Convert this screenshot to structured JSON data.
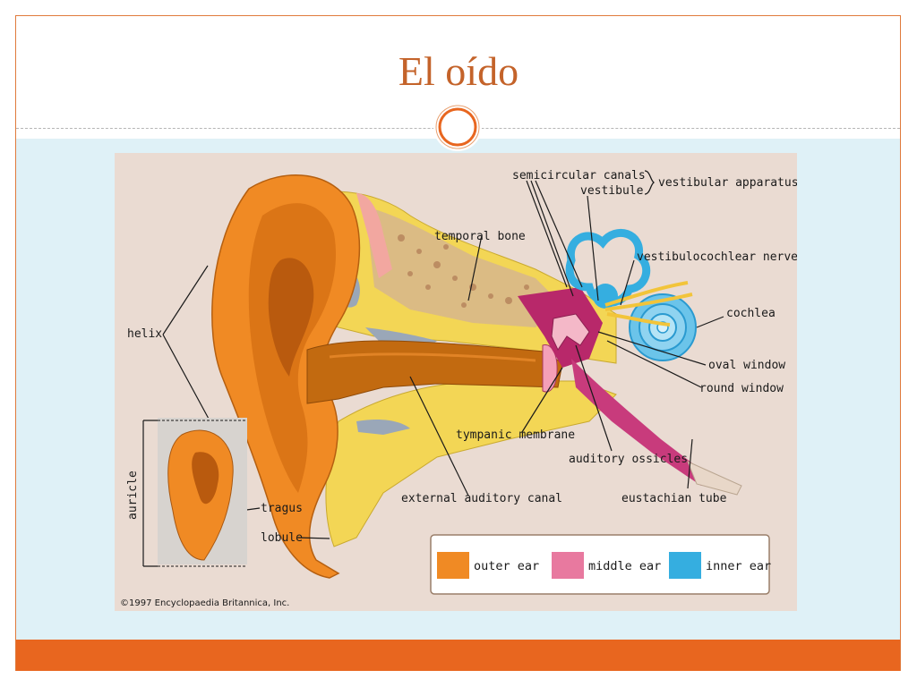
{
  "slide": {
    "title": "El oído",
    "accent_color": "#e8661f",
    "title_color": "#c4632a",
    "content_background": "#dff1f7"
  },
  "diagram": {
    "labels": {
      "helix": "helix",
      "auricle": "auricle",
      "tragus": "tragus",
      "lobule": "lobule",
      "temporal_bone": "temporal bone",
      "semicircular_canals": "semicircular canals",
      "vestibule": "vestibule",
      "vestibular_apparatus": "vestibular apparatus",
      "vestibulocochlear_nerve": "vestibulocochlear nerve",
      "cochlea": "cochlea",
      "oval_window": "oval window",
      "round_window": "round window",
      "tympanic_membrane": "tympanic membrane",
      "auditory_ossicles": "auditory ossicles",
      "external_auditory_canal": "external auditory canal",
      "eustachian_tube": "eustachian tube"
    },
    "legend": [
      {
        "label": "outer ear",
        "color": "#f08a24"
      },
      {
        "label": "middle ear",
        "color": "#e8799f"
      },
      {
        "label": "inner ear",
        "color": "#35aee0"
      }
    ],
    "copyright": "©1997 Encyclopaedia Britannica, Inc."
  }
}
